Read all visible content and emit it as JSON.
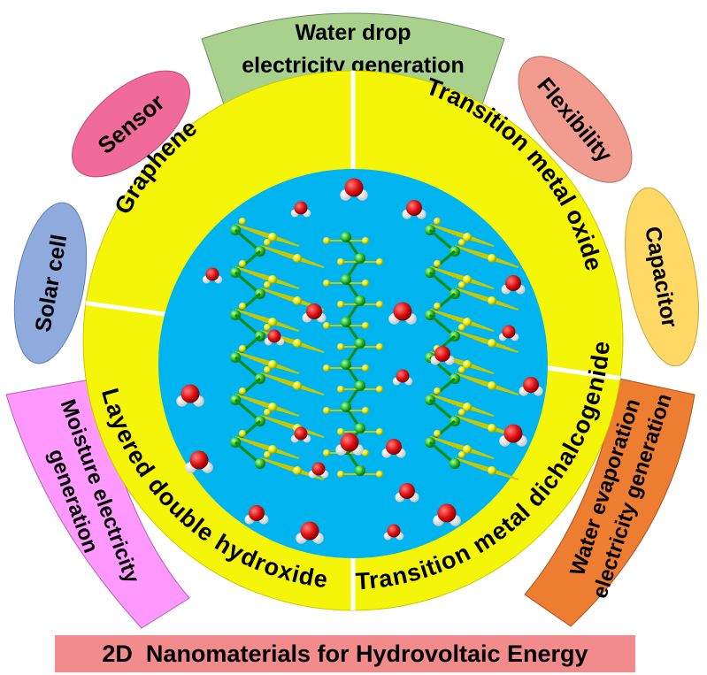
{
  "center": {
    "quadrants": [
      {
        "name": "top-left",
        "label": "Graphene"
      },
      {
        "name": "top-right",
        "label": "Transition metal oxide"
      },
      {
        "name": "bottom-left",
        "label": "Layered double hydroxide"
      },
      {
        "name": "bottom-right",
        "label": "Transition metal dichalcogenide"
      }
    ]
  },
  "applications": {
    "water_drop": [
      "Water drop",
      "electricity generation"
    ],
    "sensor": "Sensor",
    "solar_cell": "Solar cell",
    "flexibility": "Flexibility",
    "capacitor": "Capacitor",
    "moisture": [
      "Moisture electricity",
      "generation"
    ],
    "water_evaporation": [
      "Water evaporation",
      "electricity generation"
    ]
  },
  "banner": {
    "title": "2D  Nanomaterials for Hydrovoltaic Energy"
  },
  "colors": {
    "ring": "#f5f50a",
    "core": "#00b4f0",
    "water_drop_box": "#a9d18e",
    "sensor": "#f06a9a",
    "solar_cell": "#8faadc",
    "flexibility": "#f19c8f",
    "capacitor": "#ffd966",
    "moisture": "#ff99ff",
    "water_evaporation": "#ed7d31",
    "banner": "#f28c8c"
  }
}
